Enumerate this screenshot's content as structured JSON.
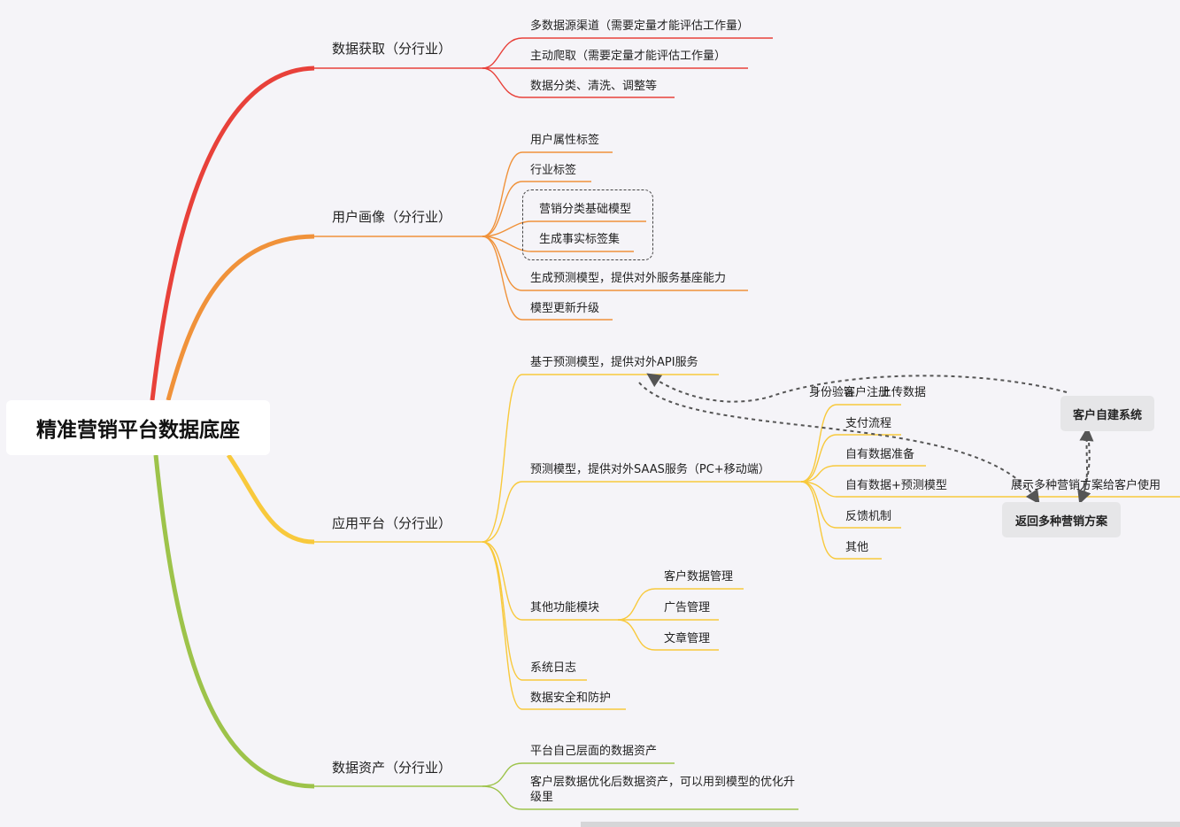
{
  "root": {
    "label": "精准营销平台数据底座"
  },
  "colors": {
    "red": "#e8413a",
    "orange": "#f0923a",
    "yellow": "#f8c93c",
    "green": "#9dc34a",
    "arrow": "#555555"
  },
  "branches": {
    "data_acquisition": {
      "label": "数据获取（分行业）",
      "children": [
        "多数据源渠道（需要定量才能评估工作量）",
        "主动爬取（需要定量才能评估工作量）",
        "数据分类、清洗、调整等"
      ]
    },
    "user_profile": {
      "label": "用户画像（分行业）",
      "children": [
        "用户属性标签",
        "行业标签",
        "营销分类基础模型",
        "生成事实标签集",
        "生成预测模型，提供对外服务基座能力",
        "模型更新升级"
      ]
    },
    "app_platform": {
      "label": "应用平台（分行业）",
      "api": "基于预测模型，提供对外API服务",
      "saas": {
        "label": "预测模型，提供对外SAAS服务（PC+移动端）",
        "children": [
          "身份验证",
          "客户注册",
          "上传数据",
          "支付流程",
          "自有数据准备",
          "自有数据+预测模型",
          "反馈机制",
          "其他"
        ],
        "show_plans": "展示多种营销方案给客户使用"
      },
      "other_modules": {
        "label": "其他功能模块",
        "children": [
          "客户数据管理",
          "广告管理",
          "文章管理"
        ]
      },
      "system_log": "系统日志",
      "data_security": "数据安全和防护"
    },
    "data_assets": {
      "label": "数据资产（分行业）",
      "children": [
        "平台自己层面的数据资产",
        "客户层数据优化后数据资产，可以用到模型的优化升级里"
      ]
    }
  },
  "boxes": {
    "customer_system": "客户自建系统",
    "return_plans": "返回多种营销方案"
  }
}
